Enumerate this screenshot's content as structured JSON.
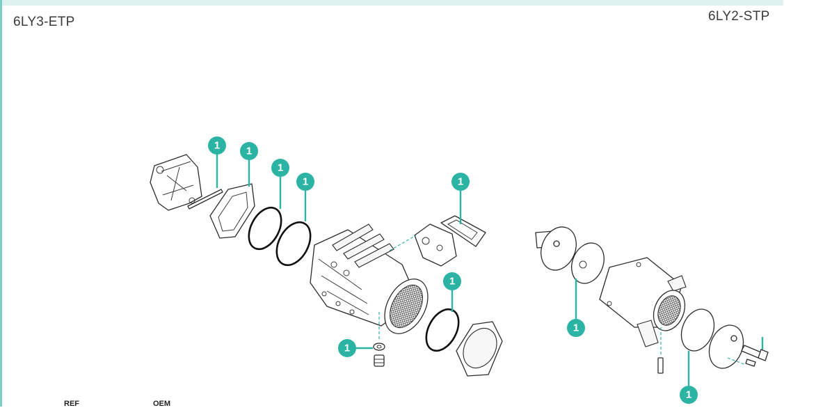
{
  "models": {
    "left": "6LY3-ETP",
    "right": "6LY2-STP"
  },
  "footer": {
    "ref": "REF",
    "oem": "OEM"
  },
  "callout_number": "1",
  "colors": {
    "accent": "#2bb3a3",
    "band": "#dff2ef",
    "line": "#2b2b2b"
  }
}
